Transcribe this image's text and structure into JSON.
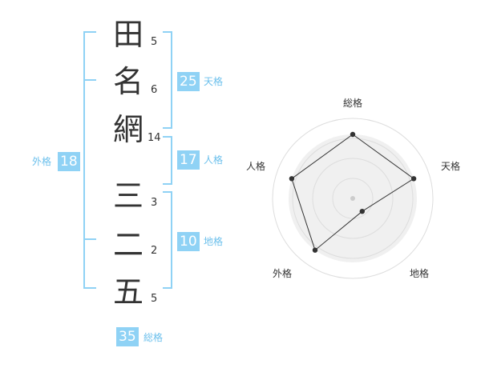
{
  "name": {
    "surname": [
      {
        "char": "田",
        "strokes": "5"
      },
      {
        "char": "名",
        "strokes": "6"
      },
      {
        "char": "網",
        "strokes": "14"
      }
    ],
    "given": [
      {
        "char": "三",
        "strokes": "3"
      },
      {
        "char": "二",
        "strokes": "2"
      },
      {
        "char": "五",
        "strokes": "5"
      }
    ]
  },
  "kakusu": {
    "tenkaku": {
      "value": "25",
      "label": "天格"
    },
    "jinkaku": {
      "value": "17",
      "label": "人格"
    },
    "chikaku": {
      "value": "10",
      "label": "地格"
    },
    "gaikaku": {
      "value": "18",
      "label": "外格"
    },
    "soukaku": {
      "value": "35",
      "label": "総格"
    }
  },
  "chart_data": {
    "type": "radar",
    "axes": [
      "総格",
      "天格",
      "地格",
      "外格",
      "人格"
    ],
    "values": [
      0.8,
      0.8,
      0.2,
      0.8,
      0.8
    ],
    "rings": 4,
    "grid": true,
    "colors": {
      "fill": "#f0f0f0",
      "ring": "#dddddd",
      "line": "#333333",
      "center": "#cccccc"
    }
  },
  "colors": {
    "accent": "#8fd2f5",
    "accent_text": "#6cc0ec",
    "text": "#333333"
  }
}
